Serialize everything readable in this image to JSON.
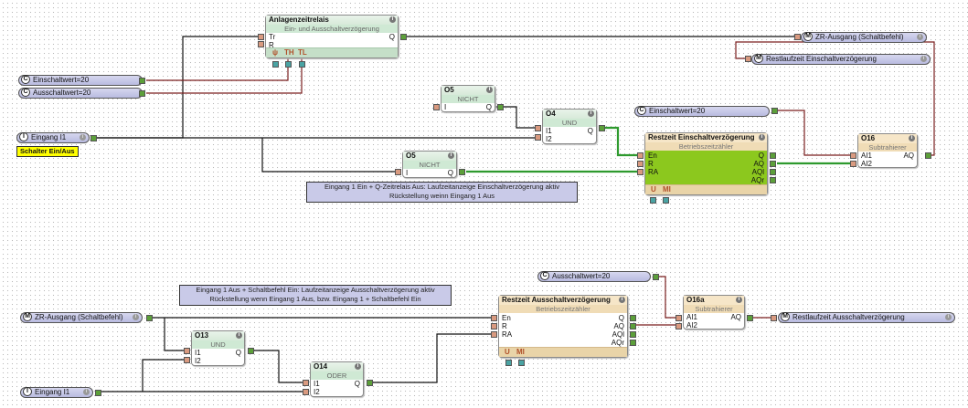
{
  "colors": {
    "wire_default": "#111111",
    "wire_active": "#2e9a2e",
    "wire_analog": "#7a1f1f",
    "block_active": "#8cc81e"
  },
  "blocks": {
    "ar": {
      "title": "Anlagenzeitrelais",
      "subtitle": "Ein- und Ausschaltverzögerung",
      "inputs": [
        "Tr",
        "R"
      ],
      "outputs": [
        "Q"
      ],
      "params": [
        "ψ",
        "TH",
        "TL"
      ]
    },
    "o5a": {
      "title": "O5",
      "subtitle": "NICHT",
      "inputs": [
        "I"
      ],
      "outputs": [
        "Q"
      ]
    },
    "o4": {
      "title": "O4",
      "subtitle": "UND",
      "inputs": [
        "I1",
        "I2"
      ],
      "outputs": [
        "Q"
      ]
    },
    "o5b": {
      "title": "O5",
      "subtitle": "NICHT",
      "inputs": [
        "I"
      ],
      "outputs": [
        "Q"
      ]
    },
    "rze": {
      "title": "Restzeit Einschaltverzögerung",
      "subtitle": "Betriebszeitzähler",
      "inputs": [
        "En",
        "R",
        "RA"
      ],
      "outputs": [
        "Q",
        "AQ",
        "AQl",
        "AQr"
      ],
      "params": [
        "U",
        "MI"
      ]
    },
    "o16": {
      "title": "O16",
      "subtitle": "Subtrahierer",
      "inputs": [
        "AI1",
        "AI2"
      ],
      "outputs": [
        "AQ"
      ]
    },
    "rza": {
      "title": "Restzeit Ausschaltverzögerung",
      "subtitle": "Betriebszeitzähler",
      "inputs": [
        "En",
        "R",
        "RA"
      ],
      "outputs": [
        "Q",
        "AQ",
        "AQl",
        "AQr"
      ],
      "params": [
        "U",
        "MI"
      ]
    },
    "o16a": {
      "title": "O16a",
      "subtitle": "Subtrahierer",
      "inputs": [
        "AI1",
        "AI2"
      ],
      "outputs": [
        "AQ"
      ]
    },
    "o13": {
      "title": "O13",
      "subtitle": "UND",
      "inputs": [
        "I1",
        "I2"
      ],
      "outputs": [
        "Q"
      ]
    },
    "o14": {
      "title": "O14",
      "subtitle": "ODER",
      "inputs": [
        "I1",
        "I2"
      ],
      "outputs": [
        "Q"
      ]
    }
  },
  "terminals": {
    "const_ein1": {
      "tag": "C",
      "label": "Einschaltwert=20"
    },
    "const_aus1": {
      "tag": "C",
      "label": "Ausschaltwert=20"
    },
    "input_i1_top": {
      "tag": "I",
      "label": "Eingang I1"
    },
    "flag_zr_top": {
      "tag": "M",
      "label": "ZR-Ausgang (Schaltbefehl)"
    },
    "flag_rest_ein": {
      "tag": "M",
      "label": "Restlaufzeit Einschaltverzögerung"
    },
    "const_ein2": {
      "tag": "C",
      "label": "Einschaltwert=20"
    },
    "const_aus2": {
      "tag": "C",
      "label": "Ausschaltwert=20"
    },
    "flag_zr_bottom": {
      "tag": "M",
      "label": "ZR-Ausgang (Schaltbefehl)"
    },
    "flag_rest_aus": {
      "tag": "M",
      "label": "Restlaufzeit Ausschaltverzögerung"
    },
    "input_i1_bottom": {
      "tag": "I",
      "label": "Eingang I1"
    }
  },
  "labels": {
    "switch_label": "Schalter Ein/Aus"
  },
  "notes": {
    "top": [
      "Eingang 1 Ein + Q-Zeitrelais Aus: Laufzeitanzeige Einschaltverzögerung aktiv",
      "Rückstellung weinn Eingang 1 Aus"
    ],
    "bottom": [
      "Eingang 1 Aus + Schaltbefehl Ein: Laufzeitanzeige Ausschaltverzögerung aktiv",
      "Rückstellung wenn Eingang 1 Aus, bzw. Eingang 1 + Schaltbefehl Ein"
    ]
  }
}
